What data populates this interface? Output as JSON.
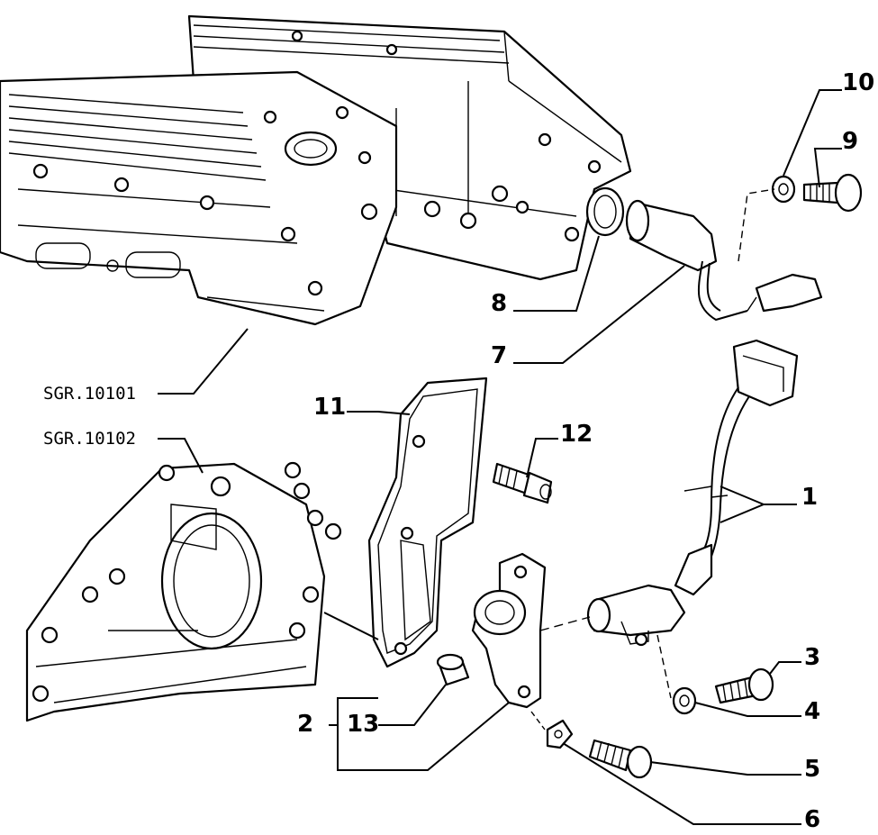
{
  "diagram": {
    "callouts": [
      {
        "id": "1",
        "label": "1"
      },
      {
        "id": "2",
        "label": "2"
      },
      {
        "id": "3",
        "label": "3"
      },
      {
        "id": "4",
        "label": "4"
      },
      {
        "id": "5",
        "label": "5"
      },
      {
        "id": "6",
        "label": "6"
      },
      {
        "id": "7",
        "label": "7"
      },
      {
        "id": "8",
        "label": "8"
      },
      {
        "id": "9",
        "label": "9"
      },
      {
        "id": "10",
        "label": "10"
      },
      {
        "id": "11",
        "label": "11"
      },
      {
        "id": "12",
        "label": "12"
      },
      {
        "id": "13",
        "label": "13"
      }
    ],
    "references": [
      {
        "id": "sgr10101",
        "label": "SGR.10101"
      },
      {
        "id": "sgr10102",
        "label": "SGR.10102"
      }
    ]
  }
}
